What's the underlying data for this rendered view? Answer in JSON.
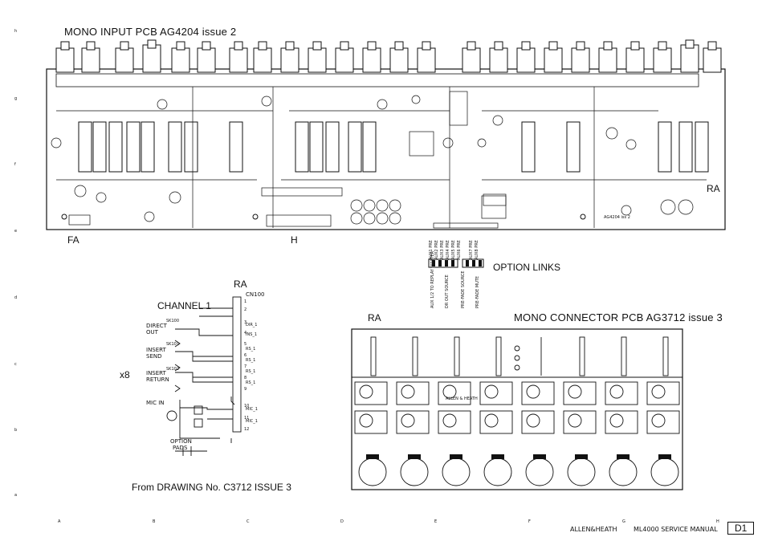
{
  "pcb_top": {
    "title": "MONO INPUT PCB   AG4204 issue 2",
    "labels": {
      "fa": "FA",
      "h": "H",
      "ra": "RA",
      "board_id": "AG4204 iss 2"
    }
  },
  "option_links": {
    "title": "OPTION LINKS",
    "top_labels": [
      "AUX1 PRE",
      "AUX2 PRE",
      "AUX3 PRE",
      "AUX4 PRE",
      "AUX5 PRE",
      "AUX6 PRE",
      "AUX7 PRE",
      "AUX8 PRE"
    ],
    "bottom_labels": [
      "AUX 1/2 TO REPLAY MASTER",
      "DR OUT SOURCE",
      "PRE-FADE SOURCE",
      "PRE-FADE MUTE"
    ]
  },
  "channel": {
    "ra": "RA",
    "title": "CHANNEL 1",
    "connector": "CN100",
    "multiplier": "x8",
    "groups": [
      {
        "line1": "DIRECT",
        "line2": "OUT",
        "ref": "SK100"
      },
      {
        "line1": "INSERT",
        "line2": "SEND",
        "ref": "SK101"
      },
      {
        "line1": "INSERT",
        "line2": "RETURN",
        "ref": "SK102"
      }
    ],
    "mic_in": "MIC IN",
    "option": "OPTION",
    "pads": "PADS",
    "pins": [
      "1",
      "2",
      "3",
      "4",
      "5",
      "6",
      "7",
      "8",
      "9",
      "10",
      "11",
      "12"
    ],
    "nets": [
      "DIR_1",
      "INS_1",
      "RS_1",
      "RS_1",
      "RS_1",
      "RS_1",
      "MIC_1",
      "MIC_1"
    ],
    "from_drawing": "From DRAWING No. C3712 ISSUE 3"
  },
  "connector_pcb": {
    "ra": "RA",
    "title": "MONO CONNECTOR PCB   AG3712 issue 3",
    "board_text": "ALLEN & HEATH"
  },
  "grid": {
    "rows": [
      "h",
      "g",
      "f",
      "e",
      "d",
      "c",
      "b",
      "a"
    ],
    "cols": [
      "A",
      "B",
      "C",
      "D",
      "E",
      "F",
      "G",
      "H"
    ]
  },
  "footer": {
    "brand": "ALLEN&HEATH",
    "manual": "ML4000 SERVICE MANUAL",
    "page": "D1"
  }
}
